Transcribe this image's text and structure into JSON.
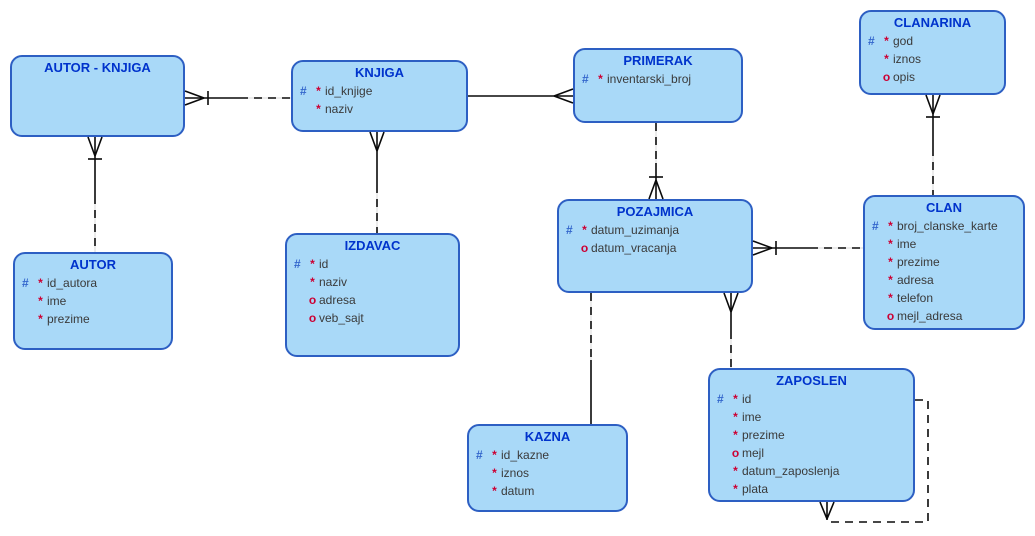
{
  "colors": {
    "entity_fill": "#a9d9f8",
    "entity_border": "#2d5fc3",
    "title_text": "#0033cc",
    "hash_mark": "#3366cc",
    "required_mark": "#cc0033",
    "attribute_text": "#3a3a3a",
    "relationship_line": "#0a0a0a"
  },
  "notation": {
    "hash_symbol": "#",
    "required_symbol": "*",
    "optional_symbol": "o"
  },
  "entities": {
    "autor_knjiga": {
      "title": "AUTOR - KNJIGA",
      "attrs": []
    },
    "knjiga": {
      "title": "KNJIGA",
      "attrs": [
        {
          "h": "#",
          "r": "*",
          "name": "id_knjige"
        },
        {
          "h": "",
          "r": "*",
          "name": "naziv"
        }
      ]
    },
    "primerak": {
      "title": "PRIMERAK",
      "attrs": [
        {
          "h": "#",
          "r": "*",
          "name": "inventarski_broj"
        }
      ]
    },
    "clanarina": {
      "title": "CLANARINA",
      "attrs": [
        {
          "h": "#",
          "r": "*",
          "name": "god"
        },
        {
          "h": "",
          "r": "*",
          "name": "iznos"
        },
        {
          "h": "",
          "r": "o",
          "name": "opis"
        }
      ]
    },
    "autor": {
      "title": "AUTOR",
      "attrs": [
        {
          "h": "#",
          "r": "*",
          "name": "id_autora"
        },
        {
          "h": "",
          "r": "*",
          "name": "ime"
        },
        {
          "h": "",
          "r": "*",
          "name": "prezime"
        }
      ]
    },
    "izdavac": {
      "title": "IZDAVAC",
      "attrs": [
        {
          "h": "#",
          "r": "*",
          "name": "id"
        },
        {
          "h": "",
          "r": "*",
          "name": "naziv"
        },
        {
          "h": "",
          "r": "o",
          "name": "adresa"
        },
        {
          "h": "",
          "r": "o",
          "name": "veb_sajt"
        }
      ]
    },
    "pozajmica": {
      "title": "POZAJMICA",
      "attrs": [
        {
          "h": "#",
          "r": "*",
          "name": "datum_uzimanja"
        },
        {
          "h": "",
          "r": "o",
          "name": "datum_vracanja"
        }
      ]
    },
    "clan": {
      "title": "CLAN",
      "attrs": [
        {
          "h": "#",
          "r": "*",
          "name": "broj_clanske_karte"
        },
        {
          "h": "",
          "r": "*",
          "name": "ime"
        },
        {
          "h": "",
          "r": "*",
          "name": "prezime"
        },
        {
          "h": "",
          "r": "*",
          "name": "adresa"
        },
        {
          "h": "",
          "r": "*",
          "name": "telefon"
        },
        {
          "h": "",
          "r": "o",
          "name": "mejl_adresa"
        }
      ]
    },
    "kazna": {
      "title": "KAZNA",
      "attrs": [
        {
          "h": "#",
          "r": "*",
          "name": "id_kazne"
        },
        {
          "h": "",
          "r": "*",
          "name": "iznos"
        },
        {
          "h": "",
          "r": "*",
          "name": "datum"
        }
      ]
    },
    "zaposlen": {
      "title": "ZAPOSLEN",
      "attrs": [
        {
          "h": "#",
          "r": "*",
          "name": "id"
        },
        {
          "h": "",
          "r": "*",
          "name": "ime"
        },
        {
          "h": "",
          "r": "*",
          "name": "prezime"
        },
        {
          "h": "",
          "r": "o",
          "name": "mejl"
        },
        {
          "h": "",
          "r": "*",
          "name": "datum_zaposlenja"
        },
        {
          "h": "",
          "r": "*",
          "name": "plata"
        }
      ]
    }
  },
  "relationships": [
    {
      "from": "AUTOR - KNJIGA",
      "to": "KNJIGA",
      "crow_foot_at": "AUTOR - KNJIGA",
      "uid_bar": true,
      "style": "solid near many end, dashed near one end"
    },
    {
      "from": "AUTOR - KNJIGA",
      "to": "AUTOR",
      "crow_foot_at": "AUTOR - KNJIGA",
      "uid_bar": true,
      "style": "solid near many end, dashed near one end"
    },
    {
      "from": "KNJIGA",
      "to": "PRIMERAK",
      "crow_foot_at": "PRIMERAK",
      "uid_bar": false,
      "style": "solid"
    },
    {
      "from": "KNJIGA",
      "to": "IZDAVAC",
      "crow_foot_at": "KNJIGA",
      "uid_bar": false,
      "style": "solid near many end, dashed near one end"
    },
    {
      "from": "PRIMERAK",
      "to": "POZAJMICA",
      "crow_foot_at": "POZAJMICA",
      "uid_bar": true,
      "style": "solid near many end, dashed near one end"
    },
    {
      "from": "CLANARINA",
      "to": "CLAN",
      "crow_foot_at": "CLANARINA",
      "uid_bar": true,
      "style": "solid near many end, dashed near one end"
    },
    {
      "from": "POZAJMICA",
      "to": "CLAN",
      "crow_foot_at": "POZAJMICA",
      "uid_bar": true,
      "style": "solid near many end, dashed near one end"
    },
    {
      "from": "POZAJMICA",
      "to": "KAZNA",
      "crow_foot_at": null,
      "uid_bar": false,
      "style": "dashed near POZAJMICA, solid near KAZNA"
    },
    {
      "from": "POZAJMICA",
      "to": "ZAPOSLEN",
      "crow_foot_at": "POZAJMICA",
      "uid_bar": false,
      "style": "solid near many end, dashed near one end"
    },
    {
      "from": "ZAPOSLEN",
      "to": "ZAPOSLEN",
      "crow_foot_at": "ZAPOSLEN bottom",
      "uid_bar": false,
      "style": "dashed self-reference"
    }
  ]
}
